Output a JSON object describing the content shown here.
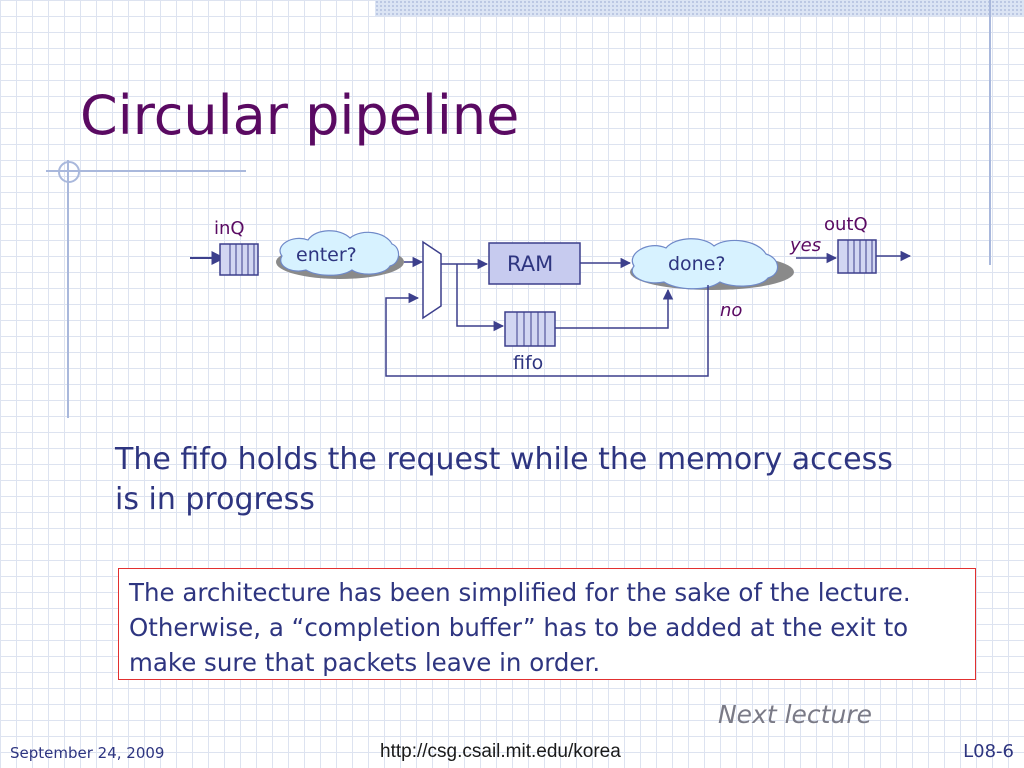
{
  "slide": {
    "title": "Circular pipeline",
    "body_text": "The fifo holds the request while the memory access is in progress",
    "note_text": "The architecture has been simplified for the sake of the lecture. Otherwise, a “completion buffer” has to be added at the exit to make sure that packets leave in order.",
    "next_lecture": "Next lecture"
  },
  "diagram": {
    "inq_label": "inQ",
    "enter_label": "enter?",
    "ram_label": "RAM",
    "done_label": "done?",
    "yes_label": "yes",
    "no_label": "no",
    "outq_label": "outQ",
    "fifo_label": "fifo"
  },
  "footer": {
    "date": "September 24, 2009",
    "url": "http://csg.csail.mit.edu/korea",
    "slide_number": "L08-6"
  },
  "colors": {
    "title": "#5a0a62",
    "text": "#2e3580",
    "diagram_line": "#3c3f8c",
    "ram_fill": "#c7cbef",
    "cloud_fill": "#d7f2ff",
    "note_border": "#e23030"
  }
}
